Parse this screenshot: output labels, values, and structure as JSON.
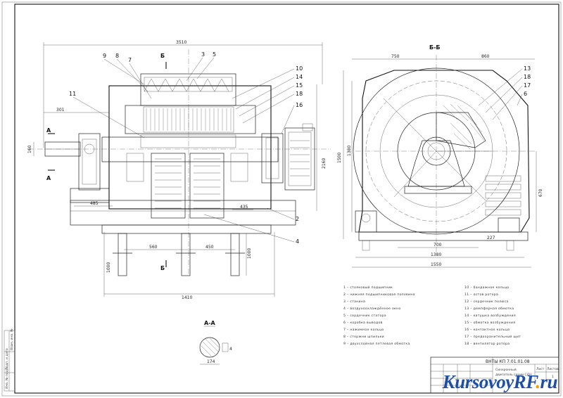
{
  "drawing": {
    "main_view": {
      "overall_dim": "3510",
      "dims_left": [
        "301",
        "160",
        "485"
      ],
      "dims_right": [
        "435",
        "2160"
      ],
      "dims_bottom": [
        "560",
        "450",
        "1410"
      ],
      "vert_dim": "1000",
      "section_A": "А",
      "section_B": "Б",
      "callouts_top": [
        "9",
        "8",
        "7",
        "3",
        "5"
      ],
      "callouts_right": [
        "10",
        "14",
        "15",
        "18",
        "16",
        "2",
        "4"
      ],
      "callout_left": "11"
    },
    "side_view": {
      "title": "Б-Б",
      "dims_top": [
        "750",
        "860"
      ],
      "dim_left": "1500",
      "dim_left2": "1380",
      "dim_right": "670",
      "dims_bottom": [
        "700",
        "1380",
        "1550",
        "227"
      ],
      "callouts": [
        "13",
        "18",
        "17",
        "6"
      ]
    },
    "detail": {
      "title": "А-А",
      "dim_bottom": "174",
      "dim_side": "4"
    },
    "legend_left": [
      "1 – стояковый подшипник",
      "2 – нижняя подшипниковая половина",
      "3 – станина",
      "4 – воздухоохлаждённое окно",
      "5 – сердечник статора",
      "6 – коробка выводов",
      "7 – нажимное кольцо",
      "8 – стержни шпильки",
      "9 – двухслойная петлевая обмотка"
    ],
    "legend_right": [
      "10 – бандажное кольцо",
      "11 – остов ротора",
      "12 – сердечник полюса",
      "13 – демпферная обмотка",
      "14 – катушка возбуждения",
      "15 – обмотка возбуждения",
      "16 – контактное кольцо",
      "17 – предохранительный щит",
      "18 – вентилятор ротора"
    ],
    "title_block": {
      "code": "ВНТЫ КП 7.01.01.08",
      "name_line1": "Синхронный",
      "name_line2": "двигатель серии СДН",
      "sheet_label": "Лист",
      "sheets_label": "Листов",
      "sheets_value": "1"
    },
    "side_stamp": "Инв. № подл.",
    "side_stamp2": "Подп. и дата",
    "side_stamp3": "Взам. инв. №"
  },
  "watermark": {
    "brand_main": "KursovoyRF",
    "brand_dot": ".",
    "brand_tld": "ru"
  }
}
